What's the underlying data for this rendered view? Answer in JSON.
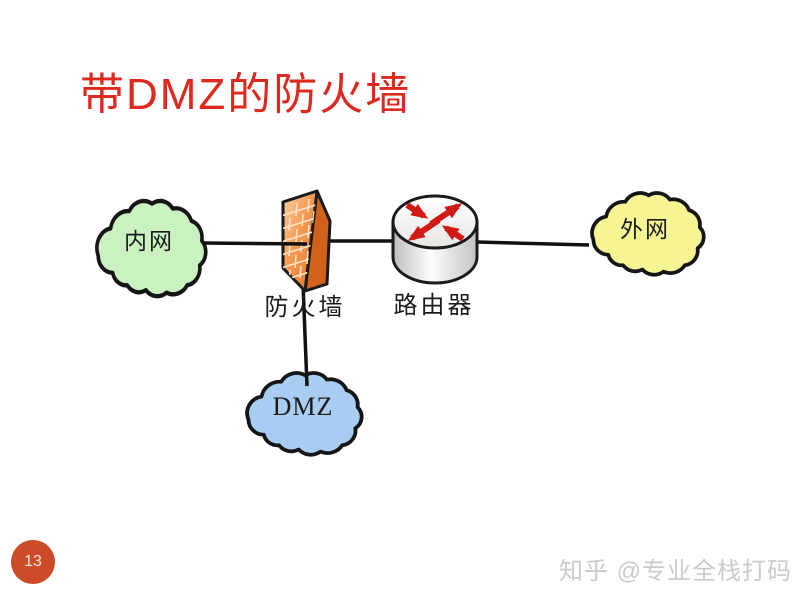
{
  "slide": {
    "title": "带DMZ的防火墙",
    "page_number": "13",
    "watermark": "知乎 @专业全栈打码"
  },
  "diagram": {
    "nodes": [
      {
        "id": "intranet",
        "type": "cloud",
        "label": "内网",
        "fill": "#c9f2c0"
      },
      {
        "id": "firewall",
        "type": "firewall",
        "label": "防火墙",
        "fill": "#ed7d31"
      },
      {
        "id": "router",
        "type": "router",
        "label": "路由器",
        "fill": "#efefed"
      },
      {
        "id": "internet",
        "type": "cloud",
        "label": "外网",
        "fill": "#f7f593"
      },
      {
        "id": "dmz",
        "type": "cloud",
        "label": "DMZ",
        "fill": "#a9cdf2",
        "label_color": "#2d4d7c"
      }
    ],
    "edges": [
      {
        "from": "intranet",
        "to": "firewall"
      },
      {
        "from": "firewall",
        "to": "router"
      },
      {
        "from": "router",
        "to": "internet"
      },
      {
        "from": "firewall",
        "to": "dmz"
      }
    ],
    "colors": {
      "title": "#de291e",
      "outline": "#1a1a1a",
      "firewall_front": "#ed7d31",
      "firewall_side": "#d2611c",
      "brick_lines": "#ffe2c4",
      "router_arrows": "#cf1a15",
      "page_badge": "#cc4b28",
      "watermark": "#cbcbcb"
    }
  }
}
